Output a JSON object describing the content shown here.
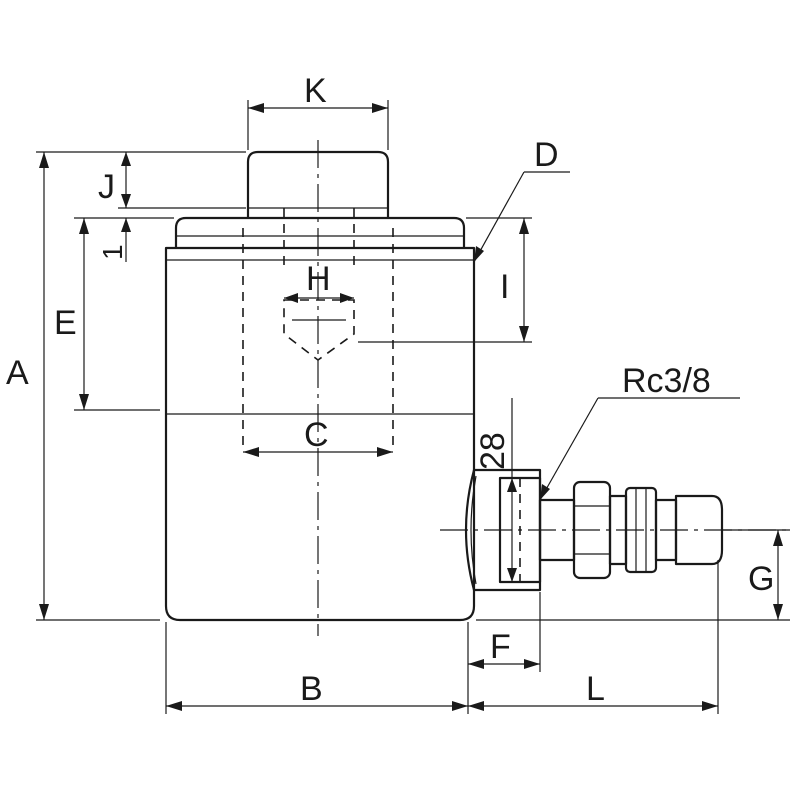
{
  "labels": {
    "A": "A",
    "B": "B",
    "C": "C",
    "D": "D",
    "E": "E",
    "F": "F",
    "G": "G",
    "H": "H",
    "I": "I",
    "J": "J",
    "K": "K",
    "L": "L",
    "one": "1",
    "port": "Rc3/8",
    "d28": "28"
  }
}
